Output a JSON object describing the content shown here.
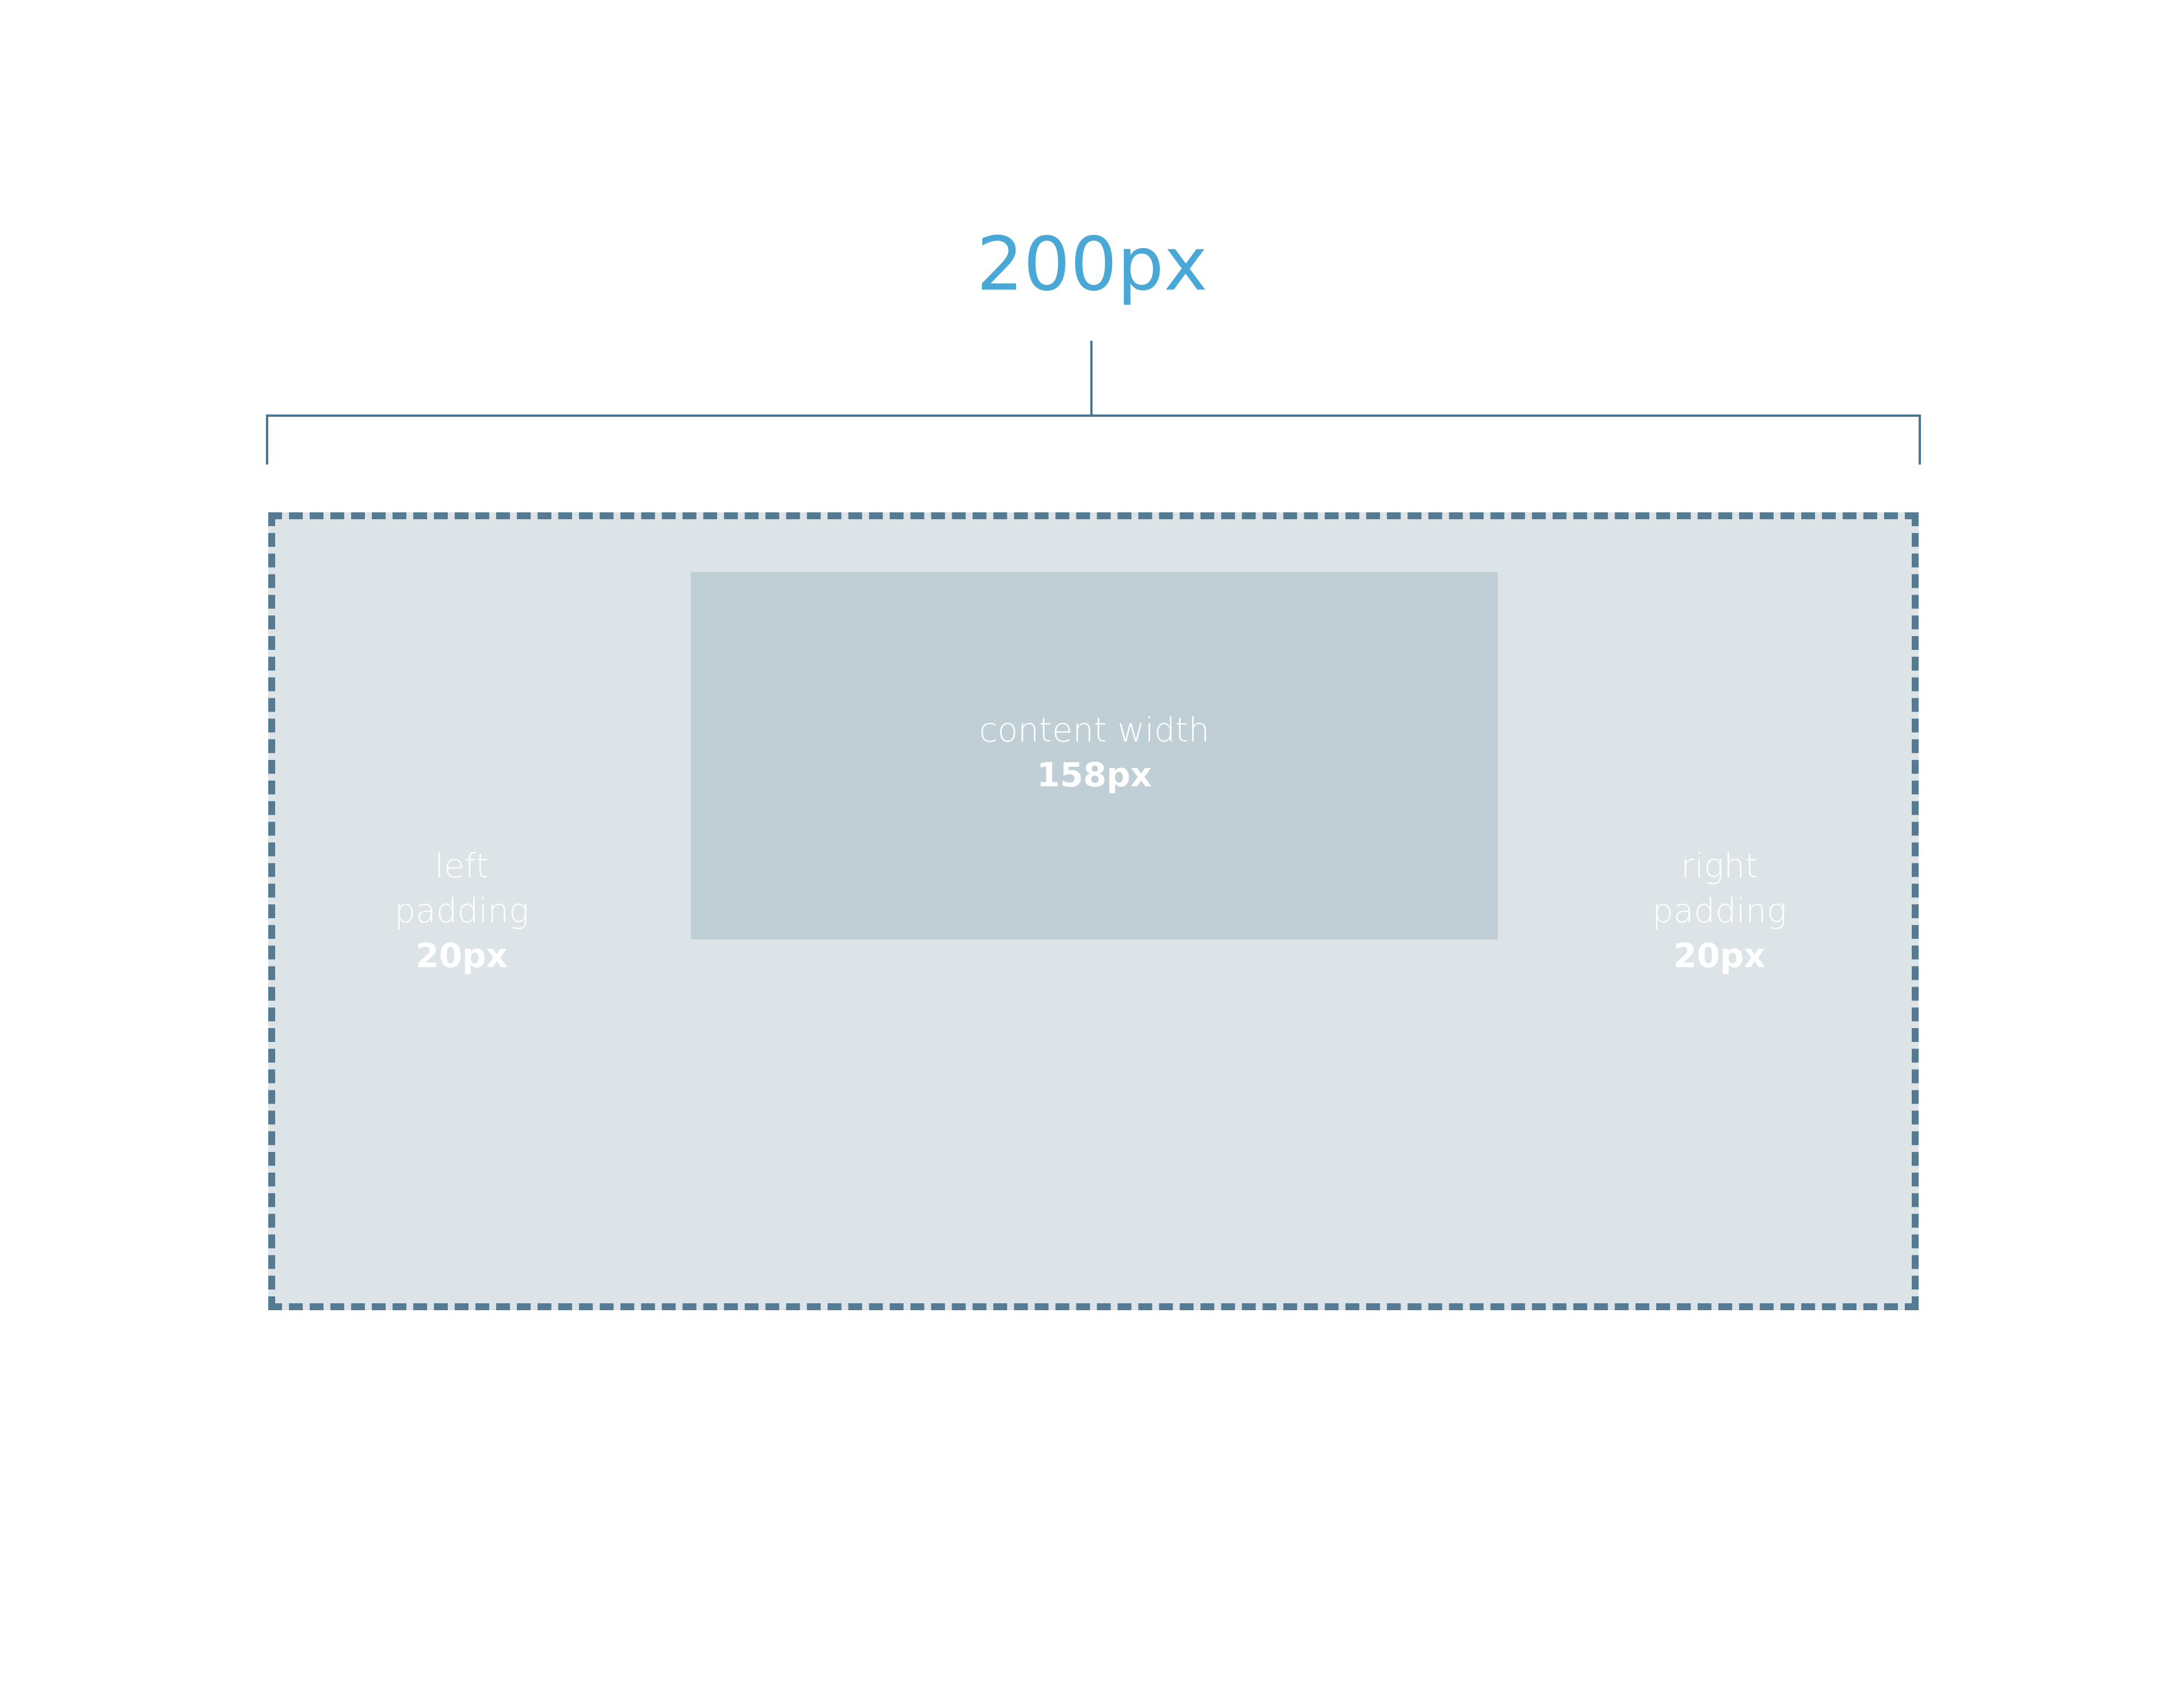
{
  "title": "200px",
  "content": {
    "label": "content width",
    "value": "158px"
  },
  "left_padding": {
    "label_line1": "left",
    "label_line2": "padding",
    "value": "20px"
  },
  "right_padding": {
    "label_line1": "right",
    "label_line2": "padding",
    "value": "20px"
  },
  "colors": {
    "title": "#4aa8d6",
    "dimension_line": "#4a7692",
    "border_dash": "#557a93",
    "padding_fill": "#dde4e8",
    "content_fill": "#c0cfd6",
    "label_text": "#ffffff"
  }
}
